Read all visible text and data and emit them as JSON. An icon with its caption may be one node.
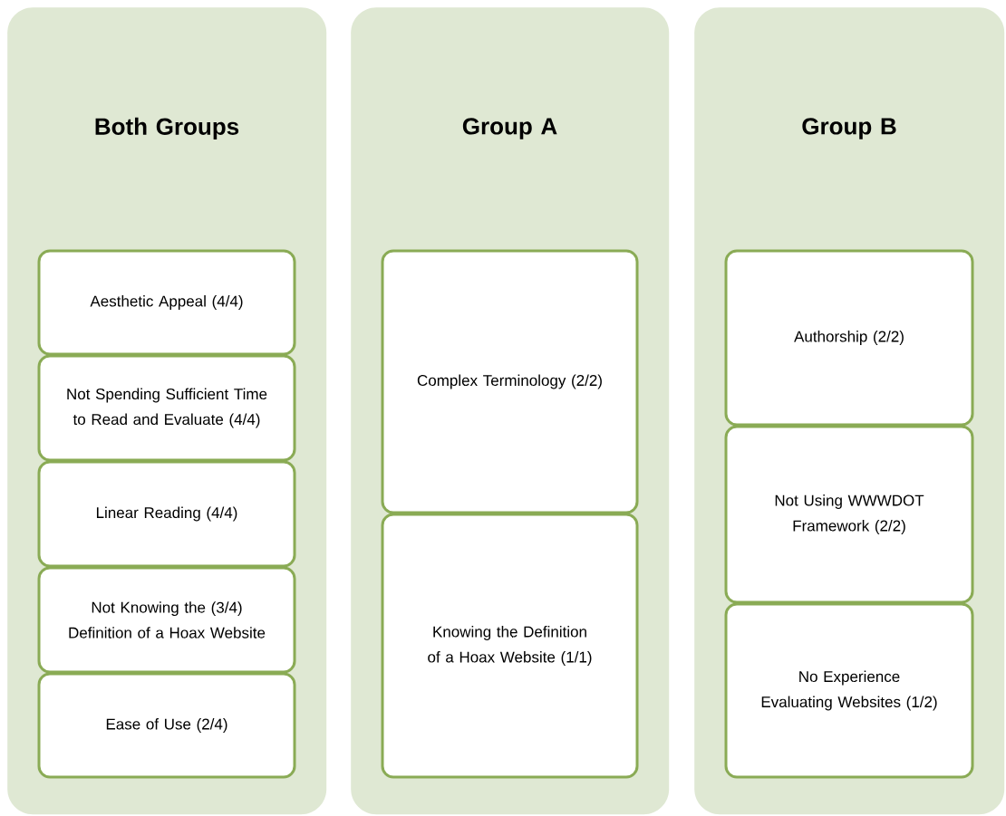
{
  "diagram": {
    "nodes": [
      {
        "text": [
          "Both Groups"
        ]
      },
      {
        "text": [
          "Aesthetic Appeal (4/4)"
        ],
        "in": 0
      },
      {
        "text": [
          "Not Spending Sufficient Time to Read and Evaluate (4/4)"
        ],
        "in": 0
      },
      {
        "text": [
          "Linear Reading (4/4)"
        ],
        "in": 0
      },
      {
        "text": [
          "Not Knowing the (3/4) Definition of a Hoax Website"
        ],
        "in": 0
      },
      {
        "text": [
          "Ease of Use (2/4)"
        ],
        "in": 0
      },
      {
        "text": [
          "Group A"
        ]
      },
      {
        "text": [
          "Complex Terminology (2/2)"
        ],
        "in": 6
      },
      {
        "text": [
          "Knowing the Definition of a Hoax Website (1/1)"
        ],
        "in": 6
      },
      {
        "text": [
          "Group B"
        ]
      },
      {
        "text": [
          "Authorship (2/2)"
        ],
        "in": 9
      },
      {
        "text": [
          "Not Using WWWDOT Framework (2/2)"
        ],
        "in": 9
      },
      {
        "text": [
          "No Experience Evaluating Websites (1/2)"
        ],
        "in": 9
      }
    ]
  }
}
